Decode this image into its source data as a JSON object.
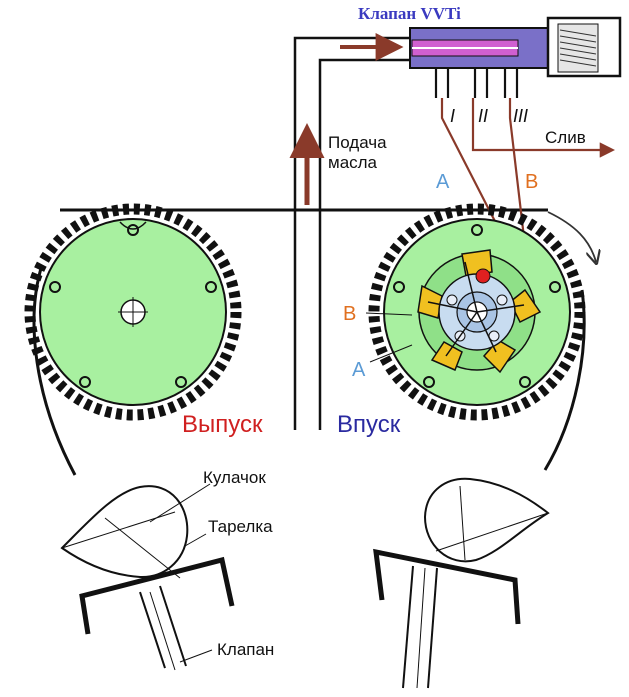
{
  "title": "Клапан VVTi",
  "labels": {
    "oil_supply_line1": "Подача",
    "oil_supply_line2": "масла",
    "drain": "Слив",
    "port_1": "I",
    "port_2": "II",
    "port_3": "III",
    "chamber_a": "A",
    "chamber_b": "B",
    "exhaust": "Выпуск",
    "intake": "Впуск",
    "cam": "Кулачок",
    "tappet": "Тарелка",
    "valve": "Клапан"
  },
  "colors": {
    "title": "#3a3ac0",
    "exhaust": "#d02020",
    "intake": "#2a2aa0",
    "chamber_a": "#5b9bd5",
    "chamber_b": "#e07020",
    "oil_arrow": "#8a3a2a",
    "sprocket": "#a8f0a0",
    "valve_body": "#7a70c8",
    "spool": "#d060d0",
    "vane": "#f0c020",
    "rotor": "#c8dcf0"
  }
}
